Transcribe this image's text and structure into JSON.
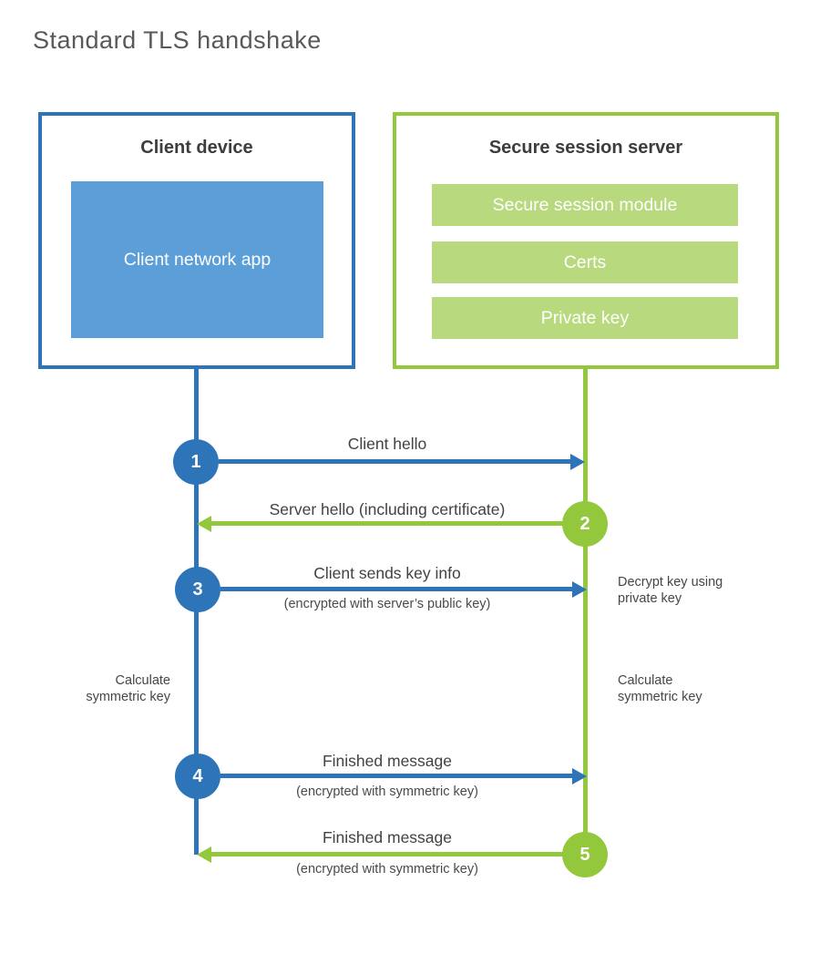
{
  "title": "Standard TLS handshake",
  "colors": {
    "blue": "#2d74b8",
    "blue_fill": "#5b9ed8",
    "green": "#93c83d",
    "green_fill": "#b9d97e"
  },
  "client": {
    "title": "Client device",
    "app_label": "Client network app"
  },
  "server": {
    "title": "Secure session server",
    "modules": [
      "Secure session module",
      "Certs",
      "Private key"
    ]
  },
  "steps": [
    {
      "num": "1",
      "label": "Client hello"
    },
    {
      "num": "2",
      "label": "Server hello (including certificate)"
    },
    {
      "num": "3",
      "label": "Client sends key info",
      "sub": "(encrypted with server’s public key)"
    },
    {
      "num": "4",
      "label": "Finished message",
      "sub": "(encrypted with symmetric key)"
    },
    {
      "num": "5",
      "label": "Finished message",
      "sub": "(encrypted with symmetric key)"
    }
  ],
  "notes": {
    "decrypt": "Decrypt key using\nprivate key",
    "calc_left": "Calculate\nsymmetric key",
    "calc_right": "Calculate\nsymmetric key"
  }
}
